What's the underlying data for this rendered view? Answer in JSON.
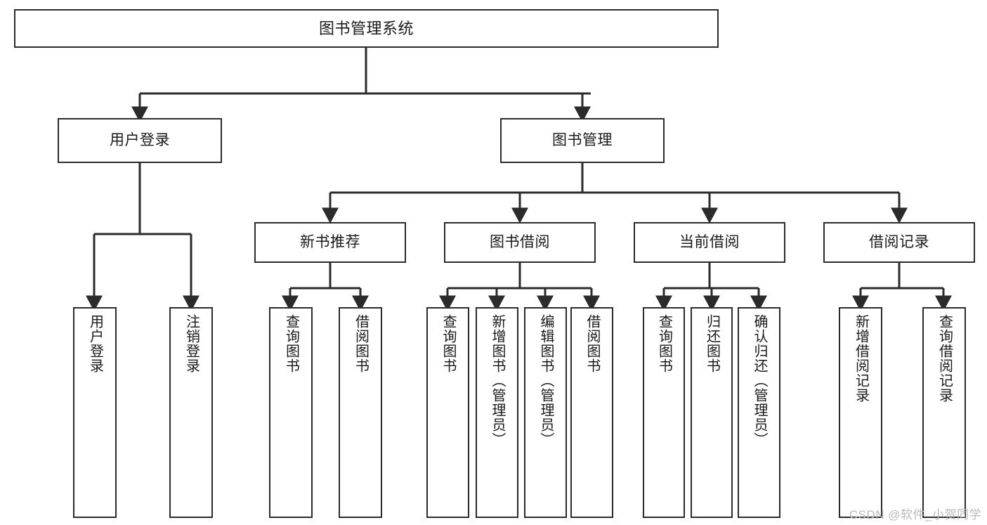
{
  "diagram": {
    "title": "图书管理系统",
    "type": "tree-hierarchy",
    "colors": {
      "stroke": "#2b2b2b",
      "fill": "#ffffff",
      "text": "#1a1a1a",
      "watermark": "#b9b9b9"
    },
    "watermark": "CSDN @软件_小贺同学",
    "levels": {
      "root": {
        "label": "图书管理系统"
      },
      "level2": [
        {
          "label": "用户登录"
        },
        {
          "label": "图书管理"
        }
      ],
      "level3": [
        {
          "label": "新书推荐"
        },
        {
          "label": "图书借阅"
        },
        {
          "label": "当前借阅"
        },
        {
          "label": "借阅记录"
        }
      ],
      "leaves": [
        {
          "label": "用户登录",
          "parent": "用户登录"
        },
        {
          "label": "注销登录",
          "parent": "用户登录"
        },
        {
          "label": "查询图书",
          "parent": "新书推荐"
        },
        {
          "label": "借阅图书",
          "parent": "新书推荐"
        },
        {
          "label": "查询图书",
          "parent": "图书借阅"
        },
        {
          "label": "新增图书（管理员）",
          "parent": "图书借阅"
        },
        {
          "label": "编辑图书（管理员）",
          "parent": "图书借阅"
        },
        {
          "label": "借阅图书",
          "parent": "图书借阅"
        },
        {
          "label": "查询图书",
          "parent": "当前借阅"
        },
        {
          "label": "归还图书",
          "parent": "当前借阅"
        },
        {
          "label": "确认归还（管理员）",
          "parent": "当前借阅"
        },
        {
          "label": "新增借阅记录",
          "parent": "借阅记录"
        },
        {
          "label": "查询借阅记录",
          "parent": "借阅记录"
        }
      ]
    }
  }
}
